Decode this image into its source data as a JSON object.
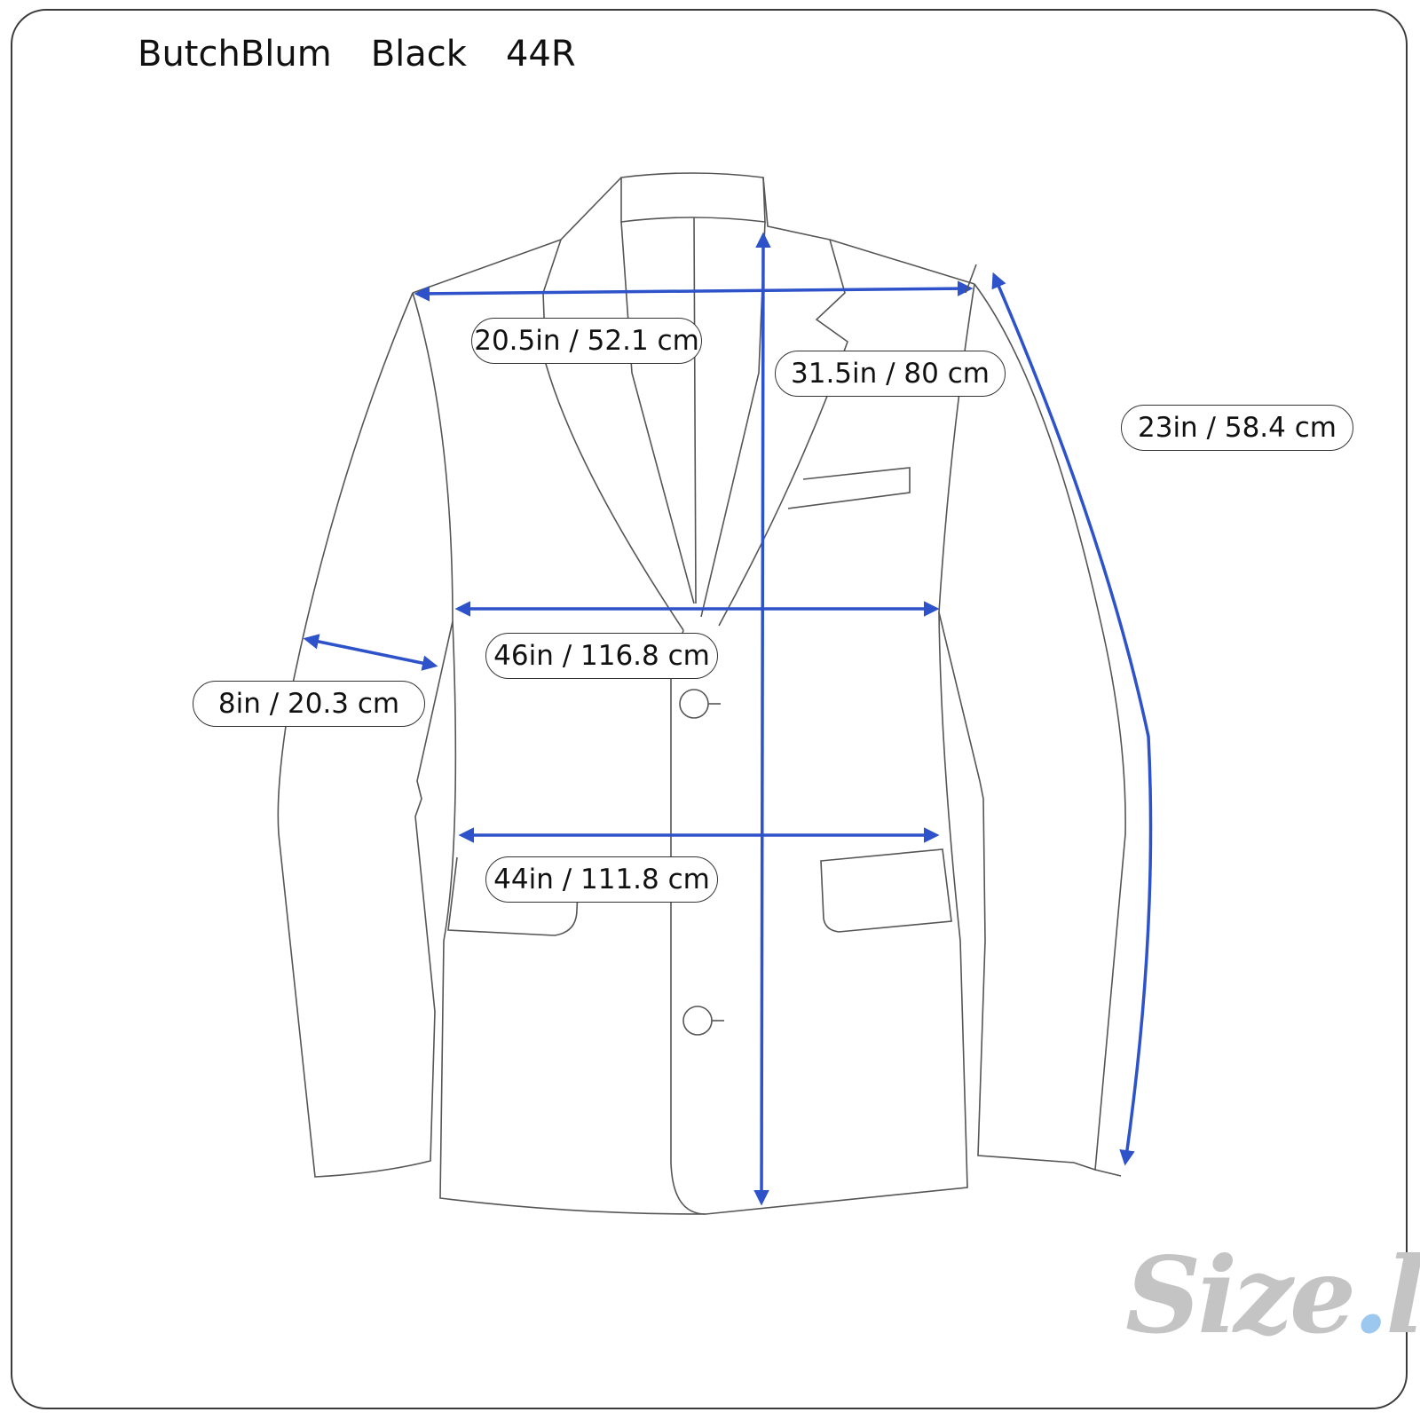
{
  "header": {
    "brand": "ButchBlum",
    "color": "Black",
    "size": "44R"
  },
  "measurements": {
    "shoulders": "20.5in / 52.1 cm",
    "length": "31.5in / 80 cm",
    "sleeve": "23in / 58.4 cm",
    "chest": "46in / 116.8 cm",
    "bicep": "8in / 20.3 cm",
    "waist": "44in / 111.8 cm"
  },
  "logo": {
    "text_main": "Size",
    "text_dot": ".",
    "text_end": "ly"
  },
  "colors": {
    "arrow": "#2d52c9",
    "outline": "#555555",
    "logo": "#c4c4c4",
    "logo_dot": "#9cc7ee"
  },
  "icons": [
    "jacket-outline-icon",
    "button-icon",
    "double-arrow-icon",
    "sizely-logo"
  ]
}
